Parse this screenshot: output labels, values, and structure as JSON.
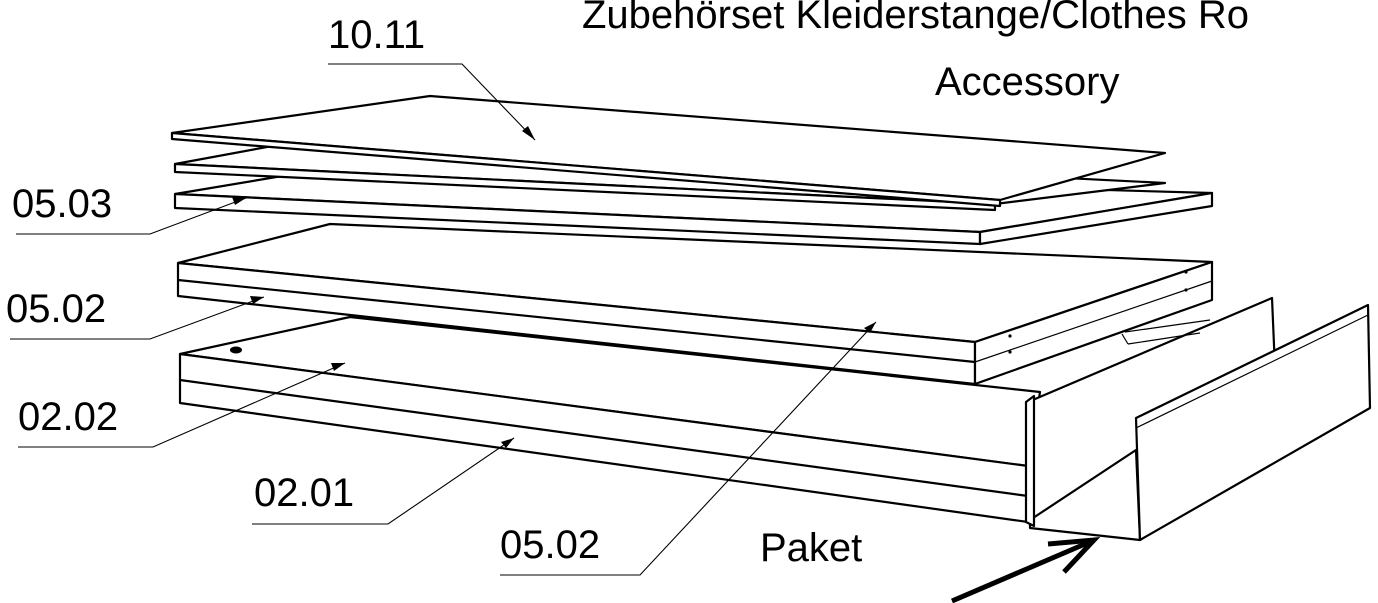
{
  "title": "Zubehörset Kleiderstange/Clothes Ro",
  "subtitle": "Accessory",
  "labels": {
    "top_panel": "10.11",
    "shelf_upper": "05.03",
    "shelf_mid": "05.02",
    "side_upper": "02.02",
    "side_lower": "02.01",
    "shelf_bottom": "05.02",
    "package": "Paket"
  }
}
